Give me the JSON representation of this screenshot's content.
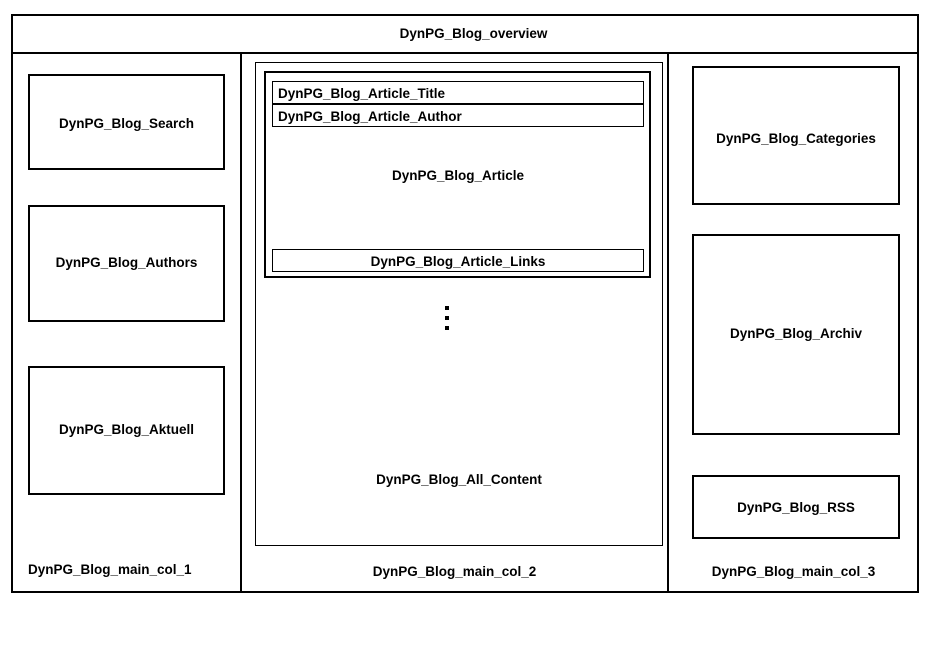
{
  "diagram": {
    "title": "DynPG_Blog_overview",
    "columns": [
      {
        "id": "col1",
        "label": "DynPG_Blog_main_col_1",
        "blocks": [
          {
            "label": "DynPG_Blog_Search"
          },
          {
            "label": "DynPG_Blog_Authors"
          },
          {
            "label": "DynPG_Blog_Aktuell"
          }
        ]
      },
      {
        "id": "col2",
        "label": "DynPG_Blog_main_col_2",
        "content_label": "DynPG_Blog_All_Content",
        "continuation_glyph": "vertical-ellipsis",
        "article": {
          "title_row": "DynPG_Blog_Article_Title",
          "author_row": "DynPG_Blog_Article_Author",
          "body_label": "DynPG_Blog_Article",
          "links_row": "DynPG_Blog_Article_Links"
        }
      },
      {
        "id": "col3",
        "label": "DynPG_Blog_main_col_3",
        "blocks": [
          {
            "label": "DynPG_Blog_Categories"
          },
          {
            "label": "DynPG_Blog_Archiv"
          },
          {
            "label": "DynPG_Blog_RSS"
          }
        ]
      }
    ],
    "colors": {
      "stroke": "#000000",
      "background": "#ffffff",
      "text": "#000000"
    }
  }
}
